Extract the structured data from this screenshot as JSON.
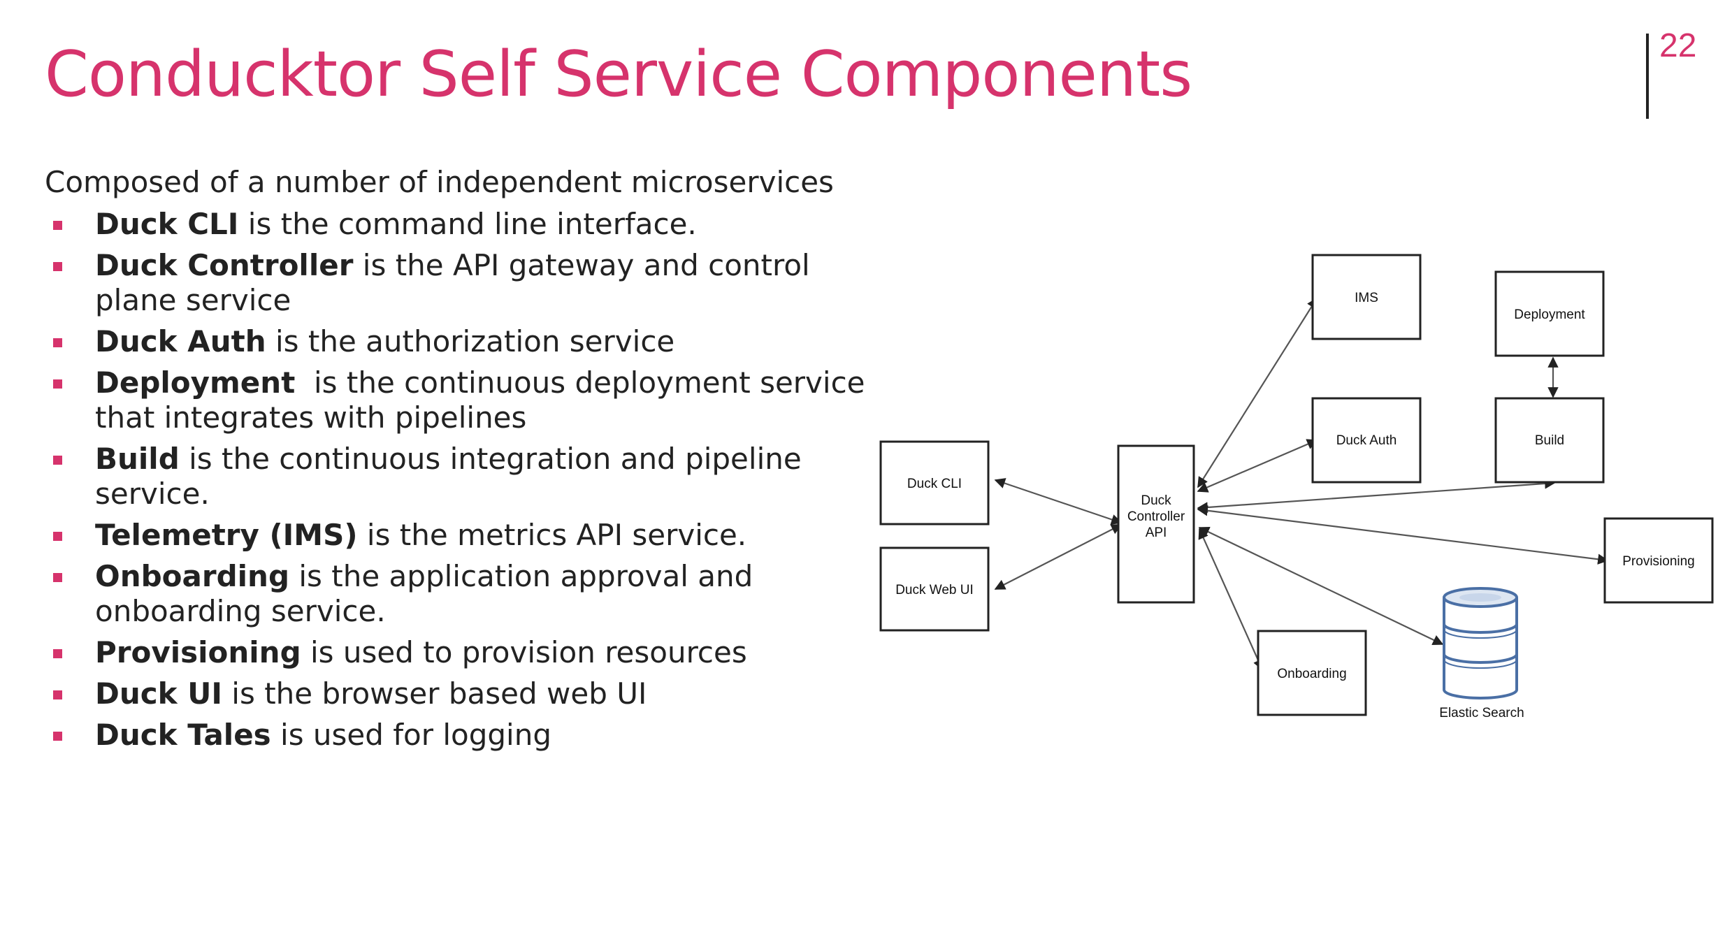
{
  "slide": {
    "title": "Conducktor Self Service Components",
    "page_number": "22",
    "intro": "Composed of a number of independent microservices",
    "accent_color": "#d6336c",
    "bullets": [
      {
        "bold": "Duck CLI",
        "text": " is the command line interface."
      },
      {
        "bold": "Duck Controller",
        "text": " is the API gateway and control plane service"
      },
      {
        "bold": "Duck Auth",
        "text": " is the authorization service"
      },
      {
        "bold": "Deployment",
        "text": "  is the continuous deployment service that integrates with pipelines"
      },
      {
        "bold": "Build",
        "text": " is the continuous integration and pipeline service."
      },
      {
        "bold": "Telemetry (IMS)",
        "text": " is the metrics API service."
      },
      {
        "bold": "Onboarding",
        "text": " is the application approval and onboarding service."
      },
      {
        "bold": "Provisioning",
        "text": " is used to provision resources"
      },
      {
        "bold": "Duck UI",
        "text": " is the browser based web UI"
      },
      {
        "bold": "Duck Tales",
        "text": " is used for logging"
      }
    ]
  },
  "diagram": {
    "nodes": {
      "duck_cli": "Duck CLI",
      "duck_web_ui": "Duck Web UI",
      "controller_line1": "Duck",
      "controller_line2": "Controller",
      "controller_line3": "API",
      "ims": "IMS",
      "duck_auth": "Duck Auth",
      "deployment": "Deployment",
      "build": "Build",
      "provisioning": "Provisioning",
      "onboarding": "Onboarding",
      "elastic_search": "Elastic Search"
    },
    "database_icon": "database-icon",
    "database_color": "#4a6fa5",
    "edges": [
      {
        "from": "controller",
        "to": "duck_cli",
        "direction": "both"
      },
      {
        "from": "controller",
        "to": "duck_web_ui",
        "direction": "both"
      },
      {
        "from": "controller",
        "to": "ims",
        "direction": "both"
      },
      {
        "from": "controller",
        "to": "duck_auth",
        "direction": "both"
      },
      {
        "from": "controller",
        "to": "build",
        "direction": "both"
      },
      {
        "from": "controller",
        "to": "provisioning",
        "direction": "both"
      },
      {
        "from": "controller",
        "to": "onboarding",
        "direction": "both"
      },
      {
        "from": "controller",
        "to": "elastic_search",
        "direction": "both"
      },
      {
        "from": "deployment",
        "to": "build",
        "direction": "both"
      }
    ]
  }
}
